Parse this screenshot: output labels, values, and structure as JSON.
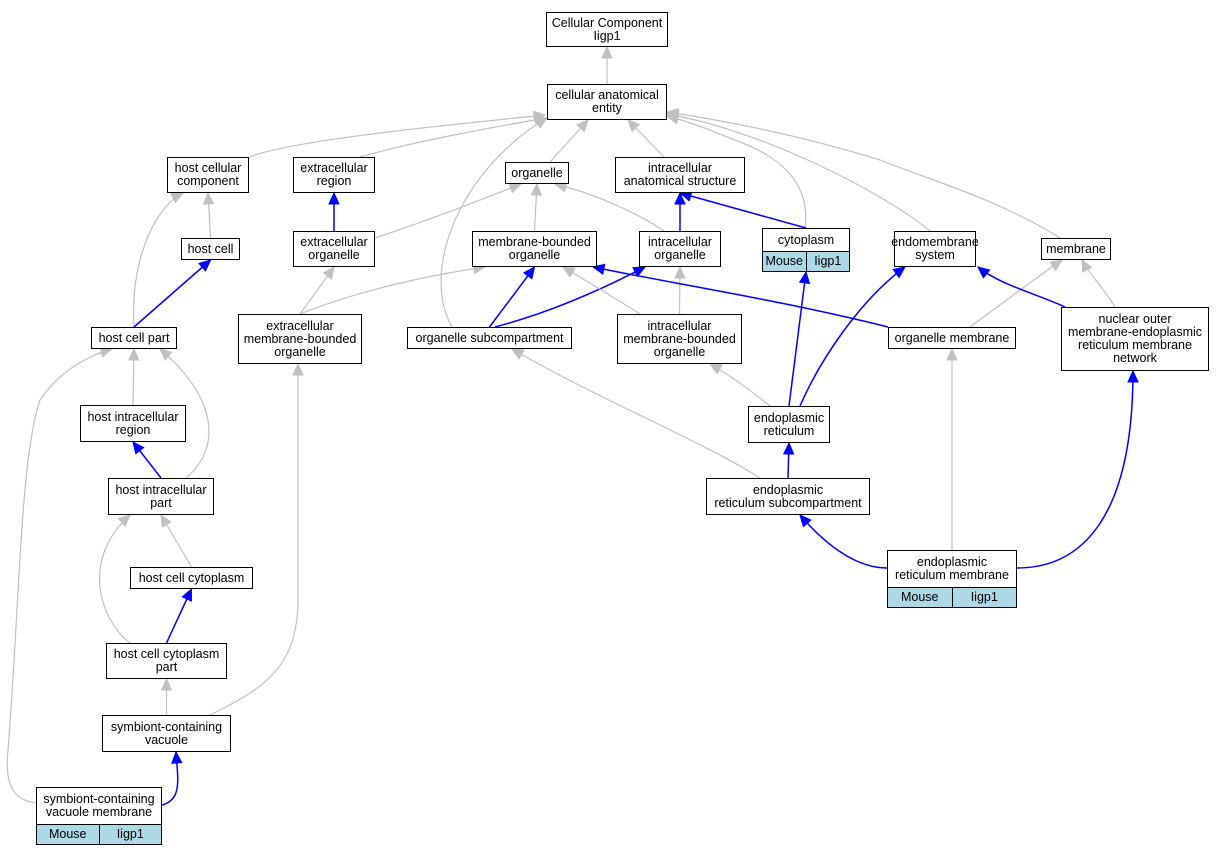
{
  "colors": {
    "is_a": "#c0c0c0",
    "part_of": "#0000ff",
    "annotation_fill": "#add8e6"
  },
  "nodes": [
    {
      "id": "cc",
      "label": "Cellular Component\nIigp1"
    },
    {
      "id": "cae",
      "label": "cellular anatomical\nentity"
    },
    {
      "id": "hcc",
      "label": "host cellular\ncomponent"
    },
    {
      "id": "exr",
      "label": "extracellular\nregion"
    },
    {
      "id": "org",
      "label": "organelle"
    },
    {
      "id": "ias",
      "label": "intracellular\nanatomical structure"
    },
    {
      "id": "hc",
      "label": "host cell"
    },
    {
      "id": "exo",
      "label": "extracellular\norganelle"
    },
    {
      "id": "mbo",
      "label": "membrane-bounded\norganelle"
    },
    {
      "id": "io",
      "label": "intracellular\norganelle"
    },
    {
      "id": "cyt",
      "label": "cytoplasm",
      "annotations": [
        "Mouse",
        "Iigp1"
      ]
    },
    {
      "id": "ems",
      "label": "endomembrane\nsystem"
    },
    {
      "id": "mem",
      "label": "membrane"
    },
    {
      "id": "hcp",
      "label": "host cell part"
    },
    {
      "id": "emo",
      "label": "extracellular\nmembrane-bounded\norganelle"
    },
    {
      "id": "osc",
      "label": "organelle subcompartment"
    },
    {
      "id": "imo",
      "label": "intracellular\nmembrane-bounded\norganelle"
    },
    {
      "id": "om",
      "label": "organelle membrane"
    },
    {
      "id": "nom",
      "label": "nuclear outer\nmembrane-endoplasmic\nreticulum membrane\nnetwork"
    },
    {
      "id": "hir",
      "label": "host intracellular\nregion"
    },
    {
      "id": "er",
      "label": "endoplasmic\nreticulum"
    },
    {
      "id": "hip",
      "label": "host intracellular\npart"
    },
    {
      "id": "ers",
      "label": "endoplasmic\nreticulum subcompartment"
    },
    {
      "id": "erm",
      "label": "endoplasmic\nreticulum membrane",
      "annotations": [
        "Mouse",
        "Iigp1"
      ]
    },
    {
      "id": "hcy",
      "label": "host cell cytoplasm"
    },
    {
      "id": "hcyp",
      "label": "host cell cytoplasm\npart"
    },
    {
      "id": "scv",
      "label": "symbiont-containing\nvacuole"
    },
    {
      "id": "scvm",
      "label": "symbiont-containing\nvacuole membrane",
      "annotations": [
        "Mouse",
        "Iigp1"
      ]
    }
  ],
  "edges": [
    {
      "from": "cae",
      "to": "cc",
      "type": "is_a"
    },
    {
      "from": "hcc",
      "to": "cae",
      "type": "is_a"
    },
    {
      "from": "exr",
      "to": "cae",
      "type": "is_a"
    },
    {
      "from": "org",
      "to": "cae",
      "type": "is_a"
    },
    {
      "from": "ias",
      "to": "cae",
      "type": "is_a"
    },
    {
      "from": "osc",
      "to": "cae",
      "type": "is_a"
    },
    {
      "from": "cyt",
      "to": "cae",
      "type": "is_a"
    },
    {
      "from": "ems",
      "to": "cae",
      "type": "is_a"
    },
    {
      "from": "mem",
      "to": "cae",
      "type": "is_a"
    },
    {
      "from": "hc",
      "to": "hcc",
      "type": "is_a"
    },
    {
      "from": "hcp",
      "to": "hcc",
      "type": "is_a"
    },
    {
      "from": "exo",
      "to": "exr",
      "type": "part_of"
    },
    {
      "from": "exo",
      "to": "org",
      "type": "is_a"
    },
    {
      "from": "mbo",
      "to": "org",
      "type": "is_a"
    },
    {
      "from": "io",
      "to": "org",
      "type": "is_a"
    },
    {
      "from": "io",
      "to": "ias",
      "type": "part_of"
    },
    {
      "from": "cyt",
      "to": "ias",
      "type": "part_of"
    },
    {
      "from": "hcp",
      "to": "hc",
      "type": "part_of"
    },
    {
      "from": "emo",
      "to": "exo",
      "type": "is_a"
    },
    {
      "from": "emo",
      "to": "mbo",
      "type": "is_a"
    },
    {
      "from": "osc",
      "to": "mbo",
      "type": "part_of"
    },
    {
      "from": "osc",
      "to": "io",
      "type": "part_of"
    },
    {
      "from": "imo",
      "to": "mbo",
      "type": "is_a"
    },
    {
      "from": "imo",
      "to": "io",
      "type": "is_a"
    },
    {
      "from": "om",
      "to": "mem",
      "type": "is_a"
    },
    {
      "from": "om",
      "to": "mbo",
      "type": "part_of"
    },
    {
      "from": "nom",
      "to": "ems",
      "type": "part_of"
    },
    {
      "from": "nom",
      "to": "mem",
      "type": "is_a"
    },
    {
      "from": "hir",
      "to": "hcp",
      "type": "is_a"
    },
    {
      "from": "hip",
      "to": "hir",
      "type": "part_of"
    },
    {
      "from": "hip",
      "to": "hcp",
      "type": "is_a"
    },
    {
      "from": "er",
      "to": "imo",
      "type": "is_a"
    },
    {
      "from": "er",
      "to": "cyt",
      "type": "part_of"
    },
    {
      "from": "er",
      "to": "ems",
      "type": "part_of"
    },
    {
      "from": "ers",
      "to": "er",
      "type": "part_of"
    },
    {
      "from": "ers",
      "to": "osc",
      "type": "is_a"
    },
    {
      "from": "erm",
      "to": "ers",
      "type": "part_of"
    },
    {
      "from": "erm",
      "to": "om",
      "type": "is_a"
    },
    {
      "from": "erm",
      "to": "nom",
      "type": "part_of"
    },
    {
      "from": "hcy",
      "to": "hip",
      "type": "is_a"
    },
    {
      "from": "hcyp",
      "to": "hcy",
      "type": "part_of"
    },
    {
      "from": "hcyp",
      "to": "hip",
      "type": "is_a"
    },
    {
      "from": "scv",
      "to": "hcyp",
      "type": "is_a"
    },
    {
      "from": "scv",
      "to": "emo",
      "type": "is_a"
    },
    {
      "from": "scvm",
      "to": "scv",
      "type": "part_of"
    },
    {
      "from": "scvm",
      "to": "hcp",
      "type": "is_a"
    }
  ]
}
